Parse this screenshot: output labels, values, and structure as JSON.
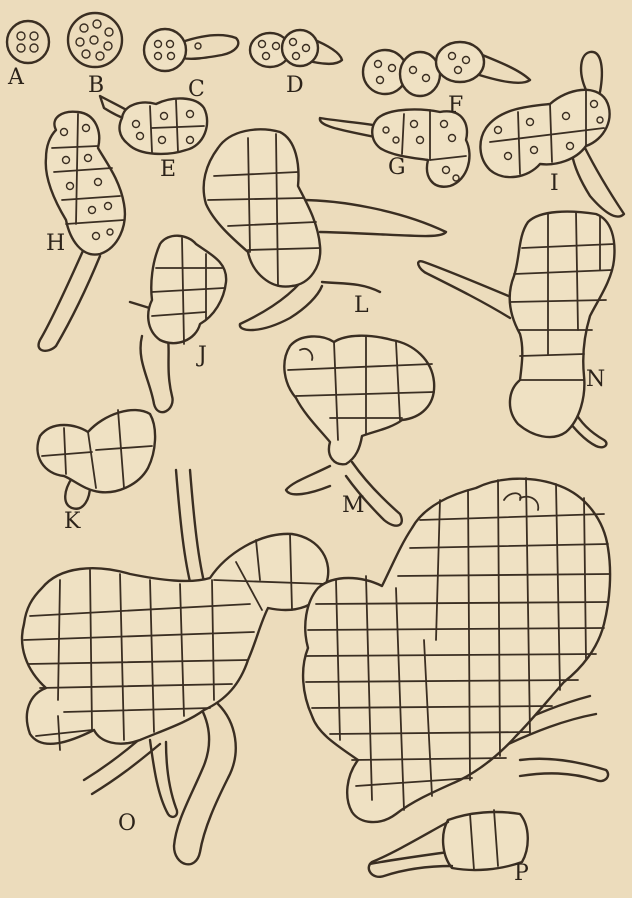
{
  "labels": {
    "A": "A",
    "B": "B",
    "C": "C",
    "D": "D",
    "E": "E",
    "F": "F",
    "G": "G",
    "H": "H",
    "I": "I",
    "J": "J",
    "K": "K",
    "L": "L",
    "M": "M",
    "N": "N",
    "O": "O",
    "P": "P"
  },
  "colors": {
    "paper": "#ecdcbc",
    "ink": "#3a2e22"
  }
}
